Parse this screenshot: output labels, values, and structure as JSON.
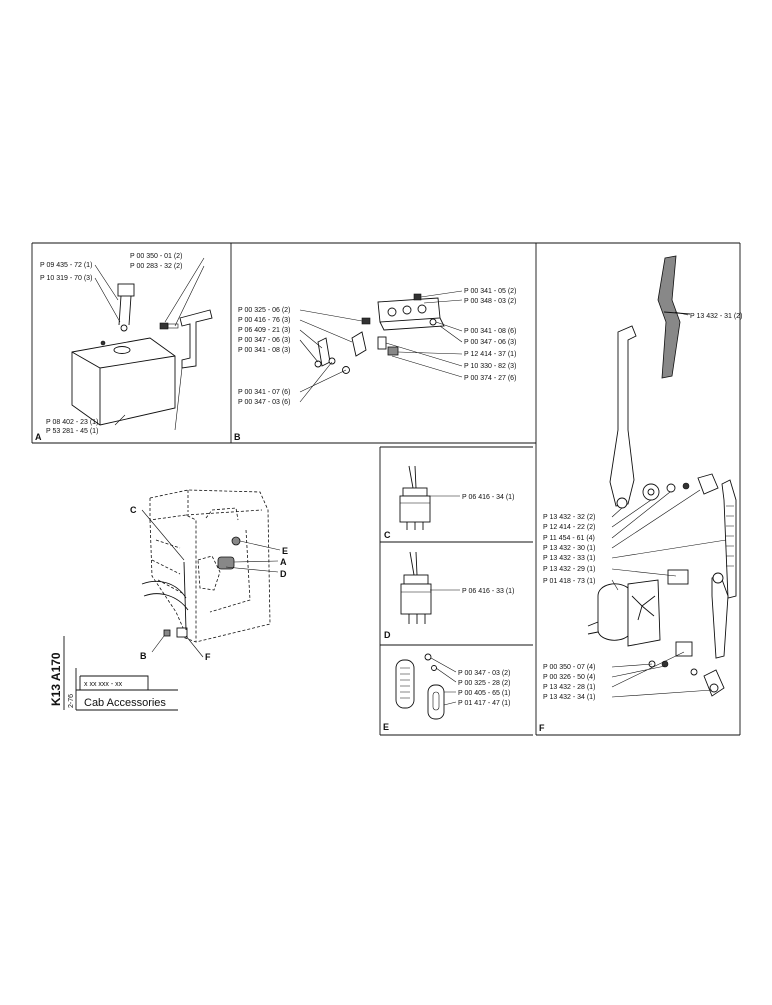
{
  "panels": {
    "A": {
      "letter": "A",
      "labels": [
        "P 09 435 - 72 (1)",
        "P 10 319 - 70 (3)",
        "P 00 350 - 01 (2)",
        "P 00 283 - 32 (2)",
        "P 08 402 - 23 (1)",
        "P 53 281 - 45 (1)"
      ]
    },
    "B": {
      "letter": "B",
      "labels": [
        "P 00 325 - 06 (2)",
        "P 00 416 - 76 (3)",
        "P 06 409 - 21 (3)",
        "P 00 347 - 06 (3)",
        "P 00 341 - 08 (3)",
        "P 00 341 - 07 (6)",
        "P 00 347 - 03 (6)",
        "P 00 341 - 05 (2)",
        "P 00 348 - 03 (2)",
        "P 00 341 - 08 (6)",
        "P 00 347 - 06 (3)",
        "P 12 414 - 37 (1)",
        "P 10 330 - 82 (3)",
        "P 00 374 - 27 (6)"
      ]
    },
    "C": {
      "letter": "C",
      "labels": [
        "P 06 416 - 34 (1)"
      ]
    },
    "D": {
      "letter": "D",
      "labels": [
        "P 06 416 - 33 (1)"
      ]
    },
    "E": {
      "letter": "E",
      "labels": [
        "P 00 347 - 03 (2)",
        "P 00 325 - 28 (2)",
        "P 00 405 - 65 (1)",
        "P 01 417 - 47 (1)"
      ]
    },
    "F": {
      "letter": "F",
      "labels": [
        "P 13 432 - 31 (2)",
        "P 13 432 - 32 (2)",
        "P 12 414 - 22 (2)",
        "P 11 454 - 61 (4)",
        "P 13 432 - 30 (1)",
        "P 13 432 - 33 (1)",
        "P 13 432 - 29 (1)",
        "P 01 418 - 73 (1)",
        "P 00 350 - 07 (4)",
        "P 00 326 - 50 (4)",
        "P 13 432 - 28 (1)",
        "P 13 432 - 34 (1)"
      ]
    }
  },
  "cab_callouts": [
    "C",
    "E",
    "A",
    "D",
    "B",
    "F"
  ],
  "title_block": {
    "code": "K13 A170",
    "number_pattern": "x xx xxx - xx",
    "sheet": "2-76",
    "title": "Cab Accessories"
  }
}
